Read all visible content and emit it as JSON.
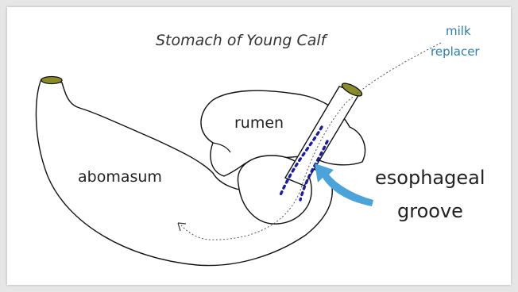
{
  "diagram": {
    "title": "Stomach of Young Calf",
    "milk_label_line1": "milk",
    "milk_label_line2": "replacer",
    "rumen_label": "rumen",
    "abomasum_label": "abomasum",
    "esophageal_label_line1": "esophageal",
    "esophageal_label_line2": "groove"
  },
  "colors": {
    "milk_text": "#2b7fb0",
    "groove_dots": "#1a1aa6",
    "arrow": "#4aa3d9",
    "tube_end": "#8b8b2a"
  },
  "icons": [
    "curved-arrow-icon"
  ]
}
